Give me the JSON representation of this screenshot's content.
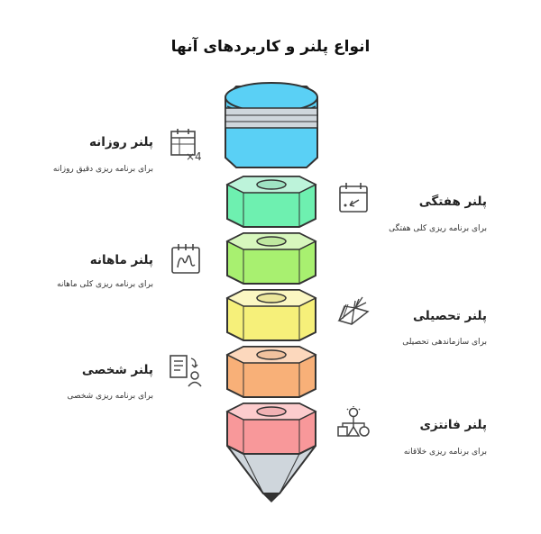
{
  "title": "انواع پلنر و کاربردهای آنها",
  "items": [
    {
      "label": "پلنر روزانه",
      "desc": "برای برنامه ریزی دقیق روزانه",
      "icon": "calendar-multiply-icon"
    },
    {
      "label": "پلنر هفتگی",
      "desc": "برای برنامه ریزی کلی هفتگی",
      "icon": "calendar-arrow-icon"
    },
    {
      "label": "پلنر ماهانه",
      "desc": "برای برنامه ریزی کلی ماهانه",
      "icon": "calendar-scribble-icon"
    },
    {
      "label": "پلنر تحصیلی",
      "desc": "برای سازماندهی تحصیلی",
      "icon": "open-book-icon"
    },
    {
      "label": "پلنر شخصی",
      "desc": "برای برنامه ریزی شخصی",
      "icon": "checklist-person-icon"
    },
    {
      "label": "پلنر فانتزی",
      "desc": "برای برنامه ریزی خلاقانه",
      "icon": "lightbulb-diagram-icon"
    }
  ],
  "segment_colors": [
    "#5ad0f5",
    "#6ef0b0",
    "#a8f070",
    "#f6f07a",
    "#f8b078",
    "#f8989a"
  ]
}
